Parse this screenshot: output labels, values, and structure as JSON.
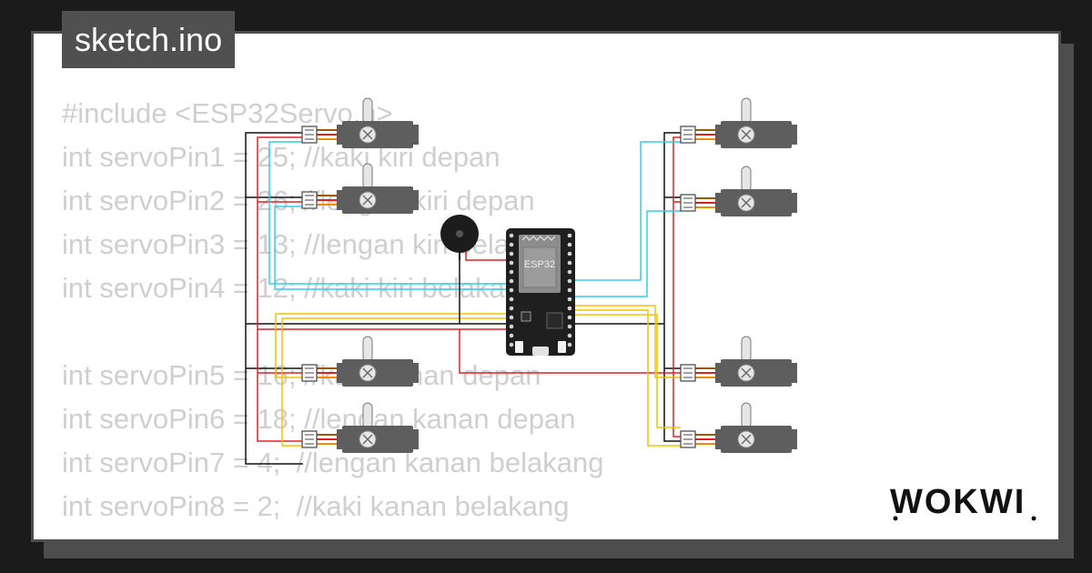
{
  "tab": {
    "title": "sketch.ino"
  },
  "code_lines": [
    "#include <ESP32Servo.h>",
    "int servoPin1 = 25; //kaki kiri depan",
    "int servoPin2 = 26; //lengan kiri depan",
    "int servoPin3 = 13; //lengan kiri belakang",
    "int servoPin4 = 12; //kaki kiri belakang",
    "",
    "int servoPin5 = 16; //kaki kanan depan",
    "int servoPin6 = 18; //lengan kanan depan",
    "int servoPin7 = 4;  //lengan kanan belakang",
    "int servoPin8 = 2;  //kaki kanan belakang"
  ],
  "board": {
    "label": "ESP32"
  },
  "brand": {
    "name": "WOKWI"
  },
  "colors": {
    "background": "#1b1b1b",
    "tab": "#505050",
    "code_text": "#cfcfcf",
    "wire_red": "#e02020",
    "wire_black": "#111111",
    "wire_cyan": "#33ccee",
    "wire_yellow": "#f2c200"
  }
}
